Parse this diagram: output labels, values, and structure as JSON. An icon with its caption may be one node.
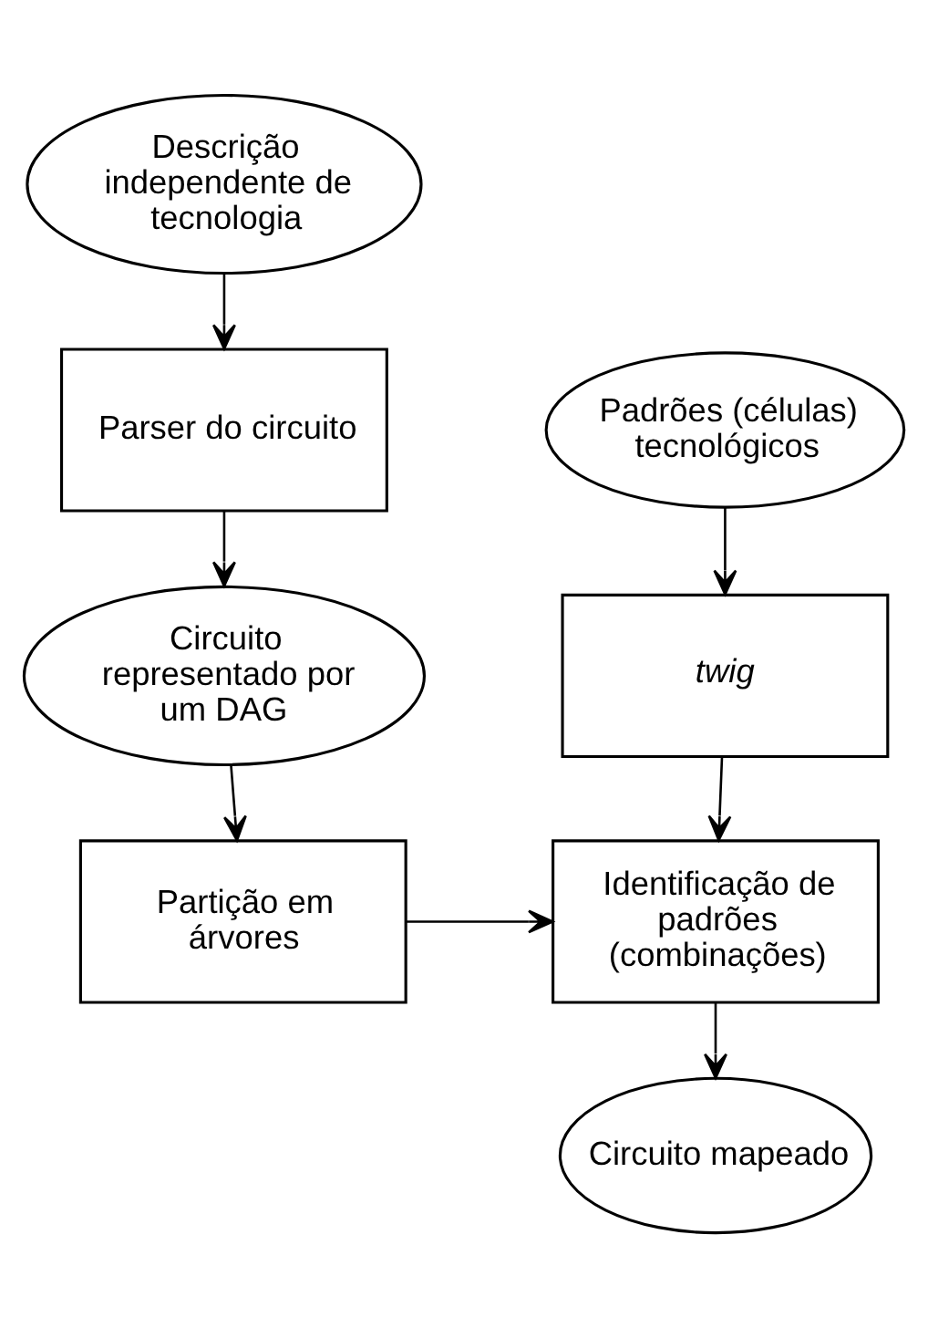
{
  "diagram": {
    "nodes": [
      {
        "text": [
          "Descrição independente de tecnologia"
        ]
      },
      {
        "text": [
          "Parser do circuito"
        ]
      },
      {
        "text": [
          "Circuito representado por um DAG"
        ]
      },
      {
        "text": [
          "Partição em árvores"
        ]
      },
      {
        "text": [
          "Padrões (células) tecnológicos"
        ]
      },
      {
        "text": [
          "twig"
        ]
      },
      {
        "text": [
          "Identificação de padrões (combinações)"
        ]
      },
      {
        "text": [
          "Circuito mapeado"
        ]
      }
    ],
    "edges": [
      {
        "from": 0,
        "to": 1,
        "arrow": "to"
      },
      {
        "from": 1,
        "to": 2,
        "arrow": "to"
      },
      {
        "from": 2,
        "to": 3,
        "arrow": "to"
      },
      {
        "from": 3,
        "to": 6,
        "arrow": "to"
      },
      {
        "from": 4,
        "to": 5,
        "arrow": "to"
      },
      {
        "from": 5,
        "to": 6,
        "arrow": "to"
      },
      {
        "from": 6,
        "to": 7,
        "arrow": "to"
      }
    ]
  }
}
